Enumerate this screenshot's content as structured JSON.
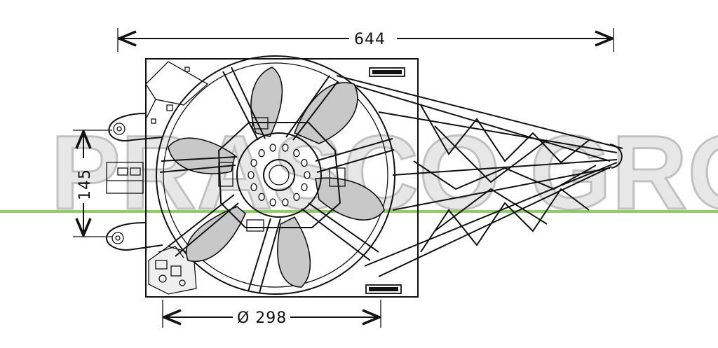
{
  "dimensions": {
    "overall_width": "644",
    "height": "145",
    "fan_diameter": "Ø 298"
  },
  "watermark": {
    "text": "PRASCO GROUP"
  },
  "colors": {
    "line": "#111111",
    "watermark": "#bdbdbd",
    "accent_line": "#7ac143",
    "blade_fill": "#c8c8c8"
  }
}
